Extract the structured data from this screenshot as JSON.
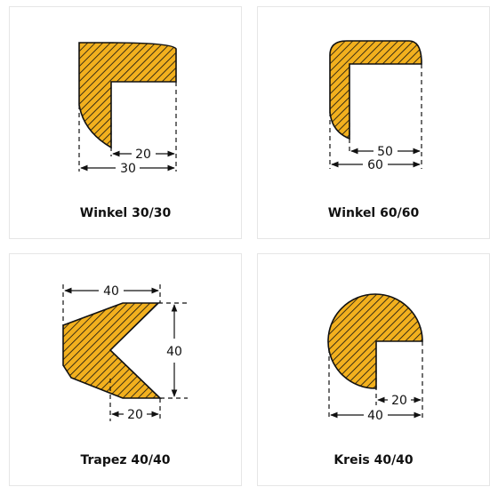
{
  "profiles": [
    {
      "caption": "Winkel 30/30",
      "dims": [
        "20",
        "30"
      ]
    },
    {
      "caption": "Winkel 60/60",
      "dims": [
        "50",
        "60"
      ]
    },
    {
      "caption": "Trapez 40/40",
      "dims": [
        "40",
        "40",
        "20"
      ]
    },
    {
      "caption": "Kreis 40/40",
      "dims": [
        "20",
        "40"
      ]
    }
  ],
  "colors": {
    "fill": "#f2b01e",
    "stroke": "#111111",
    "hatch": "#111111",
    "card_border": "#e6e6e6"
  }
}
